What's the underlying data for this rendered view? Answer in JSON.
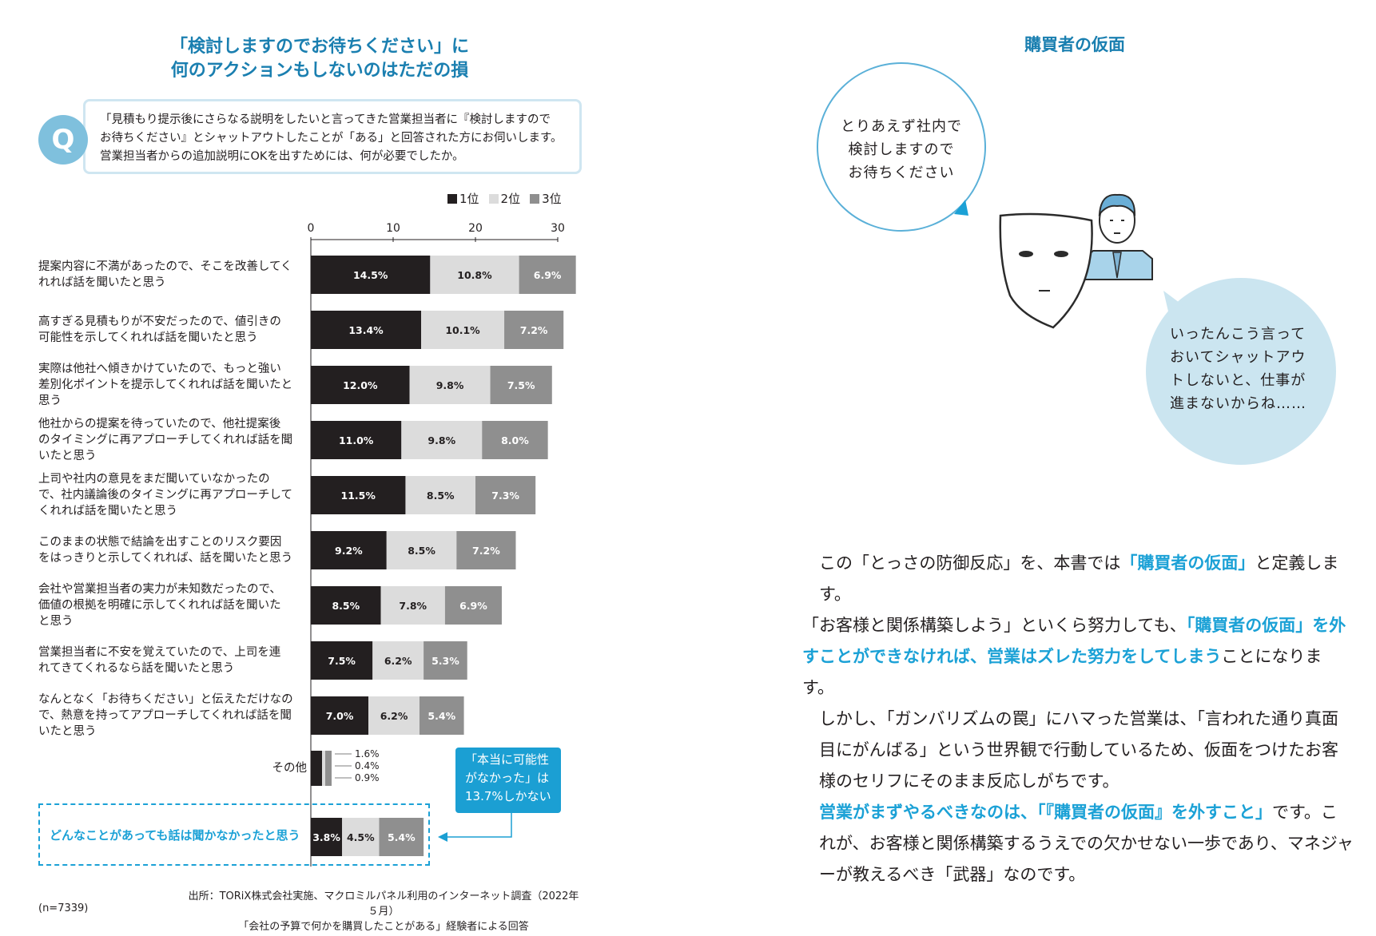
{
  "left_page": {
    "title_line1": "「検討しますのでお待ちください」に",
    "title_line2": "何のアクションもしないのはただの損",
    "question": {
      "badge": "Q",
      "lines": [
        "「見積もり提示後にさらなる説明をしたいと言ってきた営業担当者に『検討しますので",
        "お待ちください』とシャットアウトしたことが「ある」と回答された方にお伺いします。",
        "営業担当者からの追加説明にOKを出すためには、何が必要でしたか。"
      ]
    },
    "highlight_label": "どんなことがあっても話は聞かなかったと思う",
    "callout": [
      "「本当に可能性",
      "がなかった」は",
      "13.7%しかない"
    ],
    "n_label": "(n=7339)",
    "source": [
      "出所：TORiX株式会社実施、マクロミルパネル利用のインターネット調査（2022年５月）",
      "「会社の予算で何かを購買したことがある」経験者による回答"
    ]
  },
  "chart_data": {
    "type": "bar",
    "orientation": "horizontal",
    "stacked": true,
    "xlim": [
      0,
      30
    ],
    "xticks": [
      "0",
      "10",
      "20",
      "30"
    ],
    "legend_position": "top-right",
    "colors": [
      "#231f20",
      "#dcdcdc",
      "#8f8f8f"
    ],
    "series_names": [
      "1位",
      "2位",
      "3位"
    ],
    "categories": [
      [
        "提案内容に不満があったので、そこを改善してく",
        "れれば話を聞いたと思う"
      ],
      [
        "高すぎる見積もりが不安だったので、値引きの",
        "可能性を示してくれれば話を聞いたと思う"
      ],
      [
        "実際は他社へ傾きかけていたので、もっと強い",
        "差別化ポイントを提示してくれれば話を聞いたと",
        "思う"
      ],
      [
        "他社からの提案を待っていたので、他社提案後",
        "のタイミングに再アプローチしてくれれば話を聞",
        "いたと思う"
      ],
      [
        "上司や社内の意見をまだ聞いていなかったの",
        "で、社内議論後のタイミングに再アプローチして",
        "くれれば話を聞いたと思う"
      ],
      [
        "このままの状態で結論を出すことのリスク要因",
        "をはっきりと示してくれれば、話を聞いたと思う"
      ],
      [
        "会社や営業担当者の実力が未知数だったので、",
        "価値の根拠を明確に示してくれれば話を聞いた",
        "と思う"
      ],
      [
        "営業担当者に不安を覚えていたので、上司を連",
        "れてきてくれるなら話を聞いたと思う"
      ],
      [
        "なんとなく「お待ちください」と伝えただけなの",
        "で、熱意を持ってアプローチしてくれれば話を聞",
        "いたと思う"
      ],
      [
        "その他"
      ],
      [
        ""
      ]
    ],
    "series": [
      {
        "name": "1位",
        "values": [
          14.5,
          13.4,
          12.0,
          11.0,
          11.5,
          9.2,
          8.5,
          7.5,
          7.0,
          1.6,
          3.8
        ],
        "labels": [
          "14.5%",
          "13.4%",
          "12.0%",
          "11.0%",
          "11.5%",
          "9.2%",
          "8.5%",
          "7.5%",
          "7.0%",
          "1.6%",
          "3.8%"
        ]
      },
      {
        "name": "2位",
        "values": [
          10.8,
          10.1,
          9.8,
          9.8,
          8.5,
          8.5,
          7.8,
          6.2,
          6.2,
          0.4,
          4.5
        ],
        "labels": [
          "10.8%",
          "10.1%",
          "9.8%",
          "9.8%",
          "8.5%",
          "8.5%",
          "7.8%",
          "6.2%",
          "6.2%",
          "0.4%",
          "4.5%"
        ]
      },
      {
        "name": "3位",
        "values": [
          6.9,
          7.2,
          7.5,
          8.0,
          7.3,
          7.2,
          6.9,
          5.3,
          5.4,
          0.9,
          5.4
        ],
        "labels": [
          "6.9%",
          "7.2%",
          "7.5%",
          "8.0%",
          "7.3%",
          "7.2%",
          "6.9%",
          "5.3%",
          "5.4%",
          "0.9%",
          "5.4%"
        ]
      }
    ]
  },
  "right_page": {
    "title": "購買者の仮面",
    "bubble1": [
      "とりあえず社内で",
      "検討しますので",
      "お待ちください"
    ],
    "bubble2": [
      "いったんこう言って",
      "おいてシャットアウ",
      "トしないと、仕事が",
      "進まないからね……"
    ],
    "body": {
      "p1_a": "この「とっさの防御反応」を、本書では",
      "p1_hl": "「購買者の仮面」",
      "p1_b": "と定義します。",
      "p2_a": "「お客様と関係構築しよう」といくら努力しても、",
      "p2_hl": "「購買者の仮面」を外すことができなければ、営業はズレた努力をしてしまう",
      "p2_b": "ことになります。",
      "p3": "しかし、「ガンバリズムの罠」にハマった営業は、「言われた通り真面目にがんばる」という世界観で行動しているため、仮面をつけたお客様のセリフにそのまま反応しがちです。",
      "p4_hl": "営業がまずやるべきなのは、「『購買者の仮面』を外すこと」",
      "p4_b": "です。これが、お客様と関係構築するうえでの欠かせない一歩であり、マネジャーが教えるべき「武器」なのです。"
    }
  }
}
